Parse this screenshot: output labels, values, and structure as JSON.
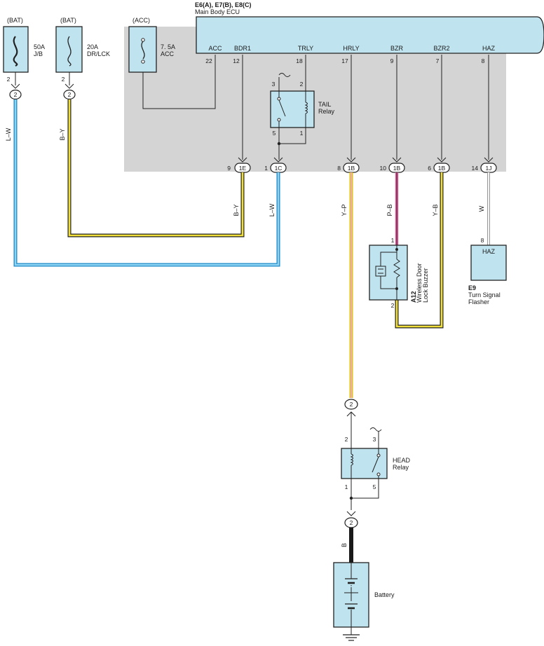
{
  "colors": {
    "component_fill": "#bfe3ef",
    "ecu_shade": "#d4d4d4",
    "wire_light_blue": "#33a8d8",
    "wire_yellow": "#e9d21e",
    "wire_pink": "#e86aa0",
    "wire_black": "#1a1a1a",
    "wire_white": "#bdbdbd"
  },
  "ecu": {
    "code": "E6(A), E7(B), E8(C)",
    "name": "Main Body ECU",
    "terminals": [
      {
        "name": "ACC",
        "pin": "22"
      },
      {
        "name": "BDR1",
        "pin": "12"
      },
      {
        "name": "TRLY",
        "pin": "18"
      },
      {
        "name": "HRLY",
        "pin": "17"
      },
      {
        "name": "BZR",
        "pin": "9"
      },
      {
        "name": "BZR2",
        "pin": "7"
      },
      {
        "name": "HAZ",
        "pin": "8"
      }
    ],
    "junction_connectors": [
      {
        "pin": "9",
        "code": "1E"
      },
      {
        "pin": "1",
        "code": "1C"
      },
      {
        "pin": "8",
        "code": "1B"
      },
      {
        "pin": "10",
        "code": "1B"
      },
      {
        "pin": "6",
        "code": "1B"
      },
      {
        "pin": "14",
        "code": "1J"
      }
    ]
  },
  "fuses": [
    {
      "supply": "(BAT)",
      "rating": "50A",
      "name": "J/B",
      "pin": "2",
      "connector": "2"
    },
    {
      "supply": "(BAT)",
      "rating": "20A",
      "name": "DR/LCK",
      "pin": "2",
      "connector": "2"
    },
    {
      "supply": "(ACC)",
      "rating": "7. 5A",
      "name": "ACC"
    }
  ],
  "tail_relay": {
    "line1": "TAIL",
    "line2": "Relay",
    "pins": [
      "3",
      "2",
      "5",
      "1"
    ]
  },
  "head_relay": {
    "line1": "HEAD",
    "line2": "Relay",
    "pins": [
      "2",
      "3",
      "1",
      "5"
    ],
    "connector_top": "2",
    "connector_bottom": "2"
  },
  "buzzer": {
    "code": "A12",
    "line1": "Wireless Door",
    "line2": "Lock Buzzer",
    "pin_top": "1",
    "pin_bottom": "2"
  },
  "flasher": {
    "code": "E9",
    "terminal": "HAZ",
    "pin": "8",
    "line1": "Turn Signal",
    "line2": "Flasher"
  },
  "battery": {
    "name": "Battery"
  },
  "wires": {
    "lw1": "L–W",
    "by1": "B–Y",
    "by2": "B–Y",
    "lw2": "L–W",
    "yp": "Y–P",
    "pb": "P–B",
    "yb": "Y–B",
    "w": "W",
    "b": "B"
  }
}
